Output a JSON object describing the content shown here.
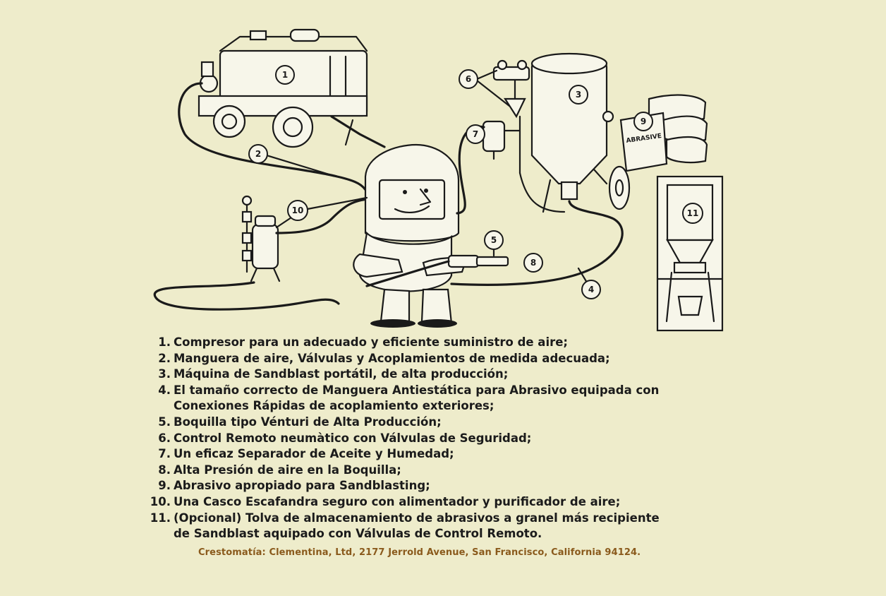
{
  "diagram": {
    "callouts": [
      "1",
      "2",
      "3",
      "4",
      "5",
      "6",
      "7",
      "8",
      "9",
      "10",
      "11"
    ],
    "bag_label": "ABRASIVE"
  },
  "legend": [
    {
      "num": "1.",
      "text": "Compresor para un adecuado y eficiente suministro de aire;"
    },
    {
      "num": "2.",
      "text": "Manguera de aire, Válvulas y Acoplamientos de medida adecuada;"
    },
    {
      "num": "3.",
      "text": "Máquina de Sandblast portátil, de alta producción;"
    },
    {
      "num": "4.",
      "text": "El tamaño correcto de Manguera Antiestática para Abrasivo equipada con"
    },
    {
      "num": "",
      "text": "Conexiones Rápidas de acoplamiento exteriores;"
    },
    {
      "num": "5.",
      "text": "Boquilla tipo Vénturi de Alta Producción;"
    },
    {
      "num": "6.",
      "text": "Control Remoto neumàtico con Válvulas de Seguridad;"
    },
    {
      "num": "7.",
      "text": "Un eficaz Separador de Aceite y Humedad;"
    },
    {
      "num": "8.",
      "text": "Alta Presión de aire en la Boquilla;"
    },
    {
      "num": "9.",
      "text": "Abrasivo apropiado para Sandblasting;"
    },
    {
      "num": "10.",
      "text": "Una Casco Escafandra seguro con alimentador y purificador de aire;"
    },
    {
      "num": "11.",
      "text": "(Opcional) Tolva de almacenamiento de abrasivos a granel más recipiente"
    },
    {
      "num": "",
      "text": "de Sandblast aquipado con Válvulas de Control Remoto."
    }
  ],
  "credit": "Crestomatía: Clementina, Ltd, 2177 Jerrold Avenue, San Francisco, California 94124.",
  "colors": {
    "background": "#eeeccb",
    "text": "#1b1b1b",
    "credit": "#8a5a1c"
  }
}
